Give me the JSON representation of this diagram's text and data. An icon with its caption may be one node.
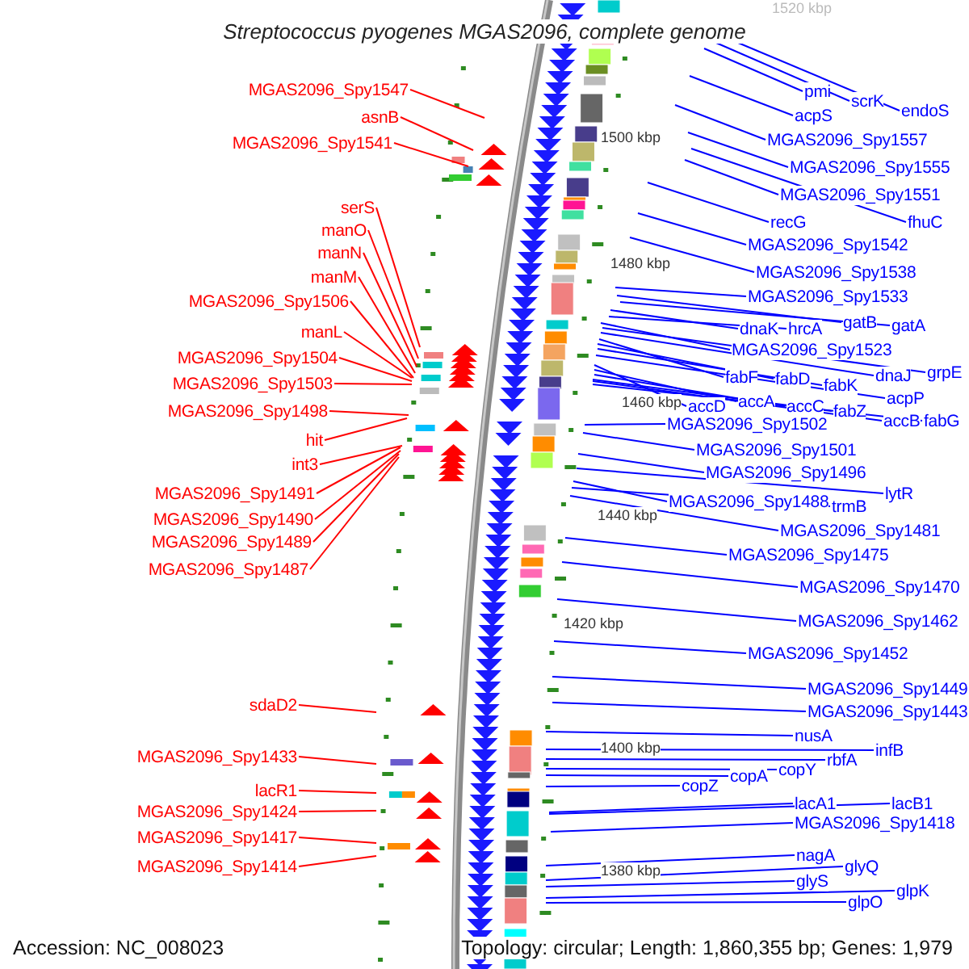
{
  "diagram": {
    "title": "Streptococcus pyogenes MGAS2096, complete genome",
    "nodes": [
      {
        "text": [
          "MGAS2096_Spy1547"
        ]
      },
      {
        "text": [
          "asnB"
        ]
      },
      {
        "text": [
          "MGAS2096_Spy1541"
        ]
      },
      {
        "text": [
          "serS"
        ]
      },
      {
        "text": [
          "manO"
        ]
      },
      {
        "text": [
          "manN"
        ]
      },
      {
        "text": [
          "manM"
        ]
      },
      {
        "text": [
          "MGAS2096_Spy1506"
        ]
      },
      {
        "text": [
          "manL"
        ]
      },
      {
        "text": [
          "MGAS2096_Spy1504"
        ]
      },
      {
        "text": [
          "MGAS2096_Spy1503"
        ]
      },
      {
        "text": [
          "MGAS2096_Spy1498"
        ]
      },
      {
        "text": [
          "hit"
        ]
      },
      {
        "text": [
          "int3"
        ]
      },
      {
        "text": [
          "MGAS2096_Spy1491"
        ]
      },
      {
        "text": [
          "MGAS2096_Spy1490"
        ]
      },
      {
        "text": [
          "MGAS2096_Spy1489"
        ]
      },
      {
        "text": [
          "MGAS2096_Spy1487"
        ]
      },
      {
        "text": [
          "sdaD2"
        ]
      },
      {
        "text": [
          "MGAS2096_Spy1433"
        ]
      },
      {
        "text": [
          "lacR1"
        ]
      },
      {
        "text": [
          "MGAS2096_Spy1424"
        ]
      },
      {
        "text": [
          "MGAS2096_Spy1417"
        ]
      },
      {
        "text": [
          "MGAS2096_Spy1414"
        ]
      },
      {
        "text": [
          "pmi"
        ]
      },
      {
        "text": [
          "scrK"
        ]
      },
      {
        "text": [
          "endoS"
        ]
      },
      {
        "text": [
          "acpS"
        ]
      },
      {
        "text": [
          "MGAS2096_Spy1557"
        ]
      },
      {
        "text": [
          "MGAS2096_Spy1555"
        ]
      },
      {
        "text": [
          "MGAS2096_Spy1551"
        ]
      },
      {
        "text": [
          "recG"
        ]
      },
      {
        "text": [
          "fhuC"
        ]
      },
      {
        "text": [
          "MGAS2096_Spy1542"
        ]
      },
      {
        "text": [
          "MGAS2096_Spy1538"
        ]
      },
      {
        "text": [
          "MGAS2096_Spy1533"
        ]
      },
      {
        "text": [
          "gatB"
        ]
      },
      {
        "text": [
          "gatA"
        ]
      },
      {
        "text": [
          "dnaK"
        ]
      },
      {
        "text": [
          "hrcA"
        ]
      },
      {
        "text": [
          "MGAS2096_Spy1523"
        ]
      },
      {
        "text": [
          "grpE"
        ]
      },
      {
        "text": [
          "dnaJ"
        ]
      },
      {
        "text": [
          "fabF"
        ]
      },
      {
        "text": [
          "fabD"
        ]
      },
      {
        "text": [
          "fabK"
        ]
      },
      {
        "text": [
          "acpP"
        ]
      },
      {
        "text": [
          "accD"
        ]
      },
      {
        "text": [
          "accA"
        ]
      },
      {
        "text": [
          "accC"
        ]
      },
      {
        "text": [
          "fabZ"
        ]
      },
      {
        "text": [
          "accB"
        ]
      },
      {
        "text": [
          "fabG"
        ]
      },
      {
        "text": [
          "MGAS2096_Spy1502"
        ]
      },
      {
        "text": [
          "MGAS2096_Spy1501"
        ]
      },
      {
        "text": [
          "MGAS2096_Spy1496"
        ]
      },
      {
        "text": [
          "lytR"
        ]
      },
      {
        "text": [
          "MGAS2096_Spy1488"
        ]
      },
      {
        "text": [
          "trmB"
        ]
      },
      {
        "text": [
          "MGAS2096_Spy1481"
        ]
      },
      {
        "text": [
          "MGAS2096_Spy1475"
        ]
      },
      {
        "text": [
          "MGAS2096_Spy1470"
        ]
      },
      {
        "text": [
          "MGAS2096_Spy1462"
        ]
      },
      {
        "text": [
          "MGAS2096_Spy1452"
        ]
      },
      {
        "text": [
          "MGAS2096_Spy1449"
        ]
      },
      {
        "text": [
          "MGAS2096_Spy1443"
        ]
      },
      {
        "text": [
          "nusA"
        ]
      },
      {
        "text": [
          "infB"
        ]
      },
      {
        "text": [
          "rbfA"
        ]
      },
      {
        "text": [
          "copY"
        ]
      },
      {
        "text": [
          "copA"
        ]
      },
      {
        "text": [
          "copZ"
        ]
      },
      {
        "text": [
          "lacA1"
        ]
      },
      {
        "text": [
          "lacB1"
        ]
      },
      {
        "text": [
          "MGAS2096_Spy1418"
        ]
      },
      {
        "text": [
          "nagA"
        ]
      },
      {
        "text": [
          "glyQ"
        ]
      },
      {
        "text": [
          "glyS"
        ]
      },
      {
        "text": [
          "glpK"
        ]
      },
      {
        "text": [
          "glpO"
        ]
      }
    ],
    "edges": [
      {
        "from": 0,
        "to": null,
        "arrow": "none",
        "color": "#ff0000"
      },
      {
        "from": 1,
        "to": null,
        "arrow": "none",
        "color": "#ff0000"
      },
      {
        "from": 2,
        "to": null,
        "arrow": "none",
        "color": "#ff0000"
      },
      {
        "from": 3,
        "to": null,
        "arrow": "none",
        "color": "#ff0000"
      },
      {
        "from": 4,
        "to": null,
        "arrow": "none",
        "color": "#ff0000"
      },
      {
        "from": 5,
        "to": null,
        "arrow": "none",
        "color": "#ff0000"
      },
      {
        "from": 6,
        "to": null,
        "arrow": "none",
        "color": "#ff0000"
      },
      {
        "from": 7,
        "to": null,
        "arrow": "none",
        "color": "#ff0000"
      },
      {
        "from": 8,
        "to": null,
        "arrow": "none",
        "color": "#ff0000"
      },
      {
        "from": 9,
        "to": null,
        "arrow": "none",
        "color": "#ff0000"
      },
      {
        "from": 10,
        "to": null,
        "arrow": "none",
        "color": "#ff0000"
      },
      {
        "from": 11,
        "to": null,
        "arrow": "none",
        "color": "#ff0000"
      },
      {
        "from": 12,
        "to": null,
        "arrow": "none",
        "color": "#ff0000"
      },
      {
        "from": 13,
        "to": null,
        "arrow": "none",
        "color": "#ff0000"
      },
      {
        "from": 14,
        "to": null,
        "arrow": "none",
        "color": "#ff0000"
      },
      {
        "from": 15,
        "to": null,
        "arrow": "none",
        "color": "#ff0000"
      },
      {
        "from": 16,
        "to": null,
        "arrow": "none",
        "color": "#ff0000"
      },
      {
        "from": 17,
        "to": null,
        "arrow": "none",
        "color": "#ff0000"
      },
      {
        "from": 18,
        "to": null,
        "arrow": "none",
        "color": "#ff0000"
      },
      {
        "from": 19,
        "to": null,
        "arrow": "none",
        "color": "#ff0000"
      },
      {
        "from": 20,
        "to": null,
        "arrow": "none",
        "color": "#ff0000"
      },
      {
        "from": 21,
        "to": null,
        "arrow": "none",
        "color": "#ff0000"
      },
      {
        "from": 22,
        "to": null,
        "arrow": "none",
        "color": "#ff0000"
      },
      {
        "from": 23,
        "to": null,
        "arrow": "none",
        "color": "#ff0000"
      },
      {
        "from": 24,
        "to": null,
        "arrow": "none"
      },
      {
        "from": 25,
        "to": null,
        "arrow": "none"
      },
      {
        "from": 26,
        "to": null,
        "arrow": "none"
      },
      {
        "from": 27,
        "to": null,
        "arrow": "none"
      },
      {
        "from": 28,
        "to": null,
        "arrow": "none"
      },
      {
        "from": 29,
        "to": null,
        "arrow": "none"
      },
      {
        "from": 30,
        "to": null,
        "arrow": "none"
      },
      {
        "from": 31,
        "to": null,
        "arrow": "none"
      },
      {
        "from": 32,
        "to": null,
        "arrow": "none"
      },
      {
        "from": 33,
        "to": null,
        "arrow": "none"
      },
      {
        "from": 34,
        "to": null,
        "arrow": "none"
      },
      {
        "from": 35,
        "to": null,
        "arrow": "none"
      },
      {
        "from": 36,
        "to": null,
        "arrow": "none"
      },
      {
        "from": 37,
        "to": null,
        "arrow": "none"
      },
      {
        "from": 38,
        "to": null,
        "arrow": "none"
      },
      {
        "from": 39,
        "to": null,
        "arrow": "none"
      },
      {
        "from": 40,
        "to": null,
        "arrow": "none"
      },
      {
        "from": 41,
        "to": null,
        "arrow": "none"
      },
      {
        "from": 42,
        "to": null,
        "arrow": "none"
      },
      {
        "from": 43,
        "to": null,
        "arrow": "none"
      },
      {
        "from": 44,
        "to": null,
        "arrow": "none"
      },
      {
        "from": 45,
        "to": null,
        "arrow": "none"
      },
      {
        "from": 46,
        "to": null,
        "arrow": "none"
      },
      {
        "from": 47,
        "to": null,
        "arrow": "none"
      },
      {
        "from": 48,
        "to": null,
        "arrow": "none"
      },
      {
        "from": 49,
        "to": null,
        "arrow": "none"
      },
      {
        "from": 50,
        "to": null,
        "arrow": "none"
      },
      {
        "from": 51,
        "to": null,
        "arrow": "none"
      },
      {
        "from": 52,
        "to": null,
        "arrow": "none"
      },
      {
        "from": 53,
        "to": null,
        "arrow": "none"
      },
      {
        "from": 54,
        "to": null,
        "arrow": "none"
      },
      {
        "from": 55,
        "to": null,
        "arrow": "none"
      },
      {
        "from": 56,
        "to": null,
        "arrow": "none"
      },
      {
        "from": 57,
        "to": null,
        "arrow": "none"
      },
      {
        "from": 58,
        "to": null,
        "arrow": "none"
      },
      {
        "from": 59,
        "to": null,
        "arrow": "none"
      },
      {
        "from": 60,
        "to": null,
        "arrow": "none"
      },
      {
        "from": 61,
        "to": null,
        "arrow": "none"
      },
      {
        "from": 62,
        "to": null,
        "arrow": "none"
      },
      {
        "from": 63,
        "to": null,
        "arrow": "none"
      },
      {
        "from": 64,
        "to": null,
        "arrow": "none"
      },
      {
        "from": 65,
        "to": null,
        "arrow": "none"
      },
      {
        "from": 66,
        "to": null,
        "arrow": "none"
      },
      {
        "from": 67,
        "to": null,
        "arrow": "none"
      },
      {
        "from": 68,
        "to": null,
        "arrow": "none"
      },
      {
        "from": 69,
        "to": null,
        "arrow": "none"
      },
      {
        "from": 70,
        "to": null,
        "arrow": "none"
      },
      {
        "from": 71,
        "to": null,
        "arrow": "none"
      },
      {
        "from": 72,
        "to": null,
        "arrow": "none"
      },
      {
        "from": 73,
        "to": null,
        "arrow": "none"
      },
      {
        "from": 74,
        "to": null,
        "arrow": "none"
      },
      {
        "from": 75,
        "to": null,
        "arrow": "none"
      },
      {
        "from": 76,
        "to": null,
        "arrow": "none"
      },
      {
        "from": 77,
        "to": null,
        "arrow": "none"
      },
      {
        "from": 78,
        "to": null,
        "arrow": "none"
      },
      {
        "from": 79,
        "to": null,
        "arrow": "none"
      }
    ],
    "labels": [
      "1520 kbp",
      "1500 kbp",
      "1480 kbp",
      "1460 kbp",
      "1440 kbp",
      "1420 kbp",
      "1400 kbp",
      "1380 kbp",
      "Accession: NC_008023",
      "Topology: circular; Length: 1,860,355 bp; Genes: 1,979"
    ]
  }
}
